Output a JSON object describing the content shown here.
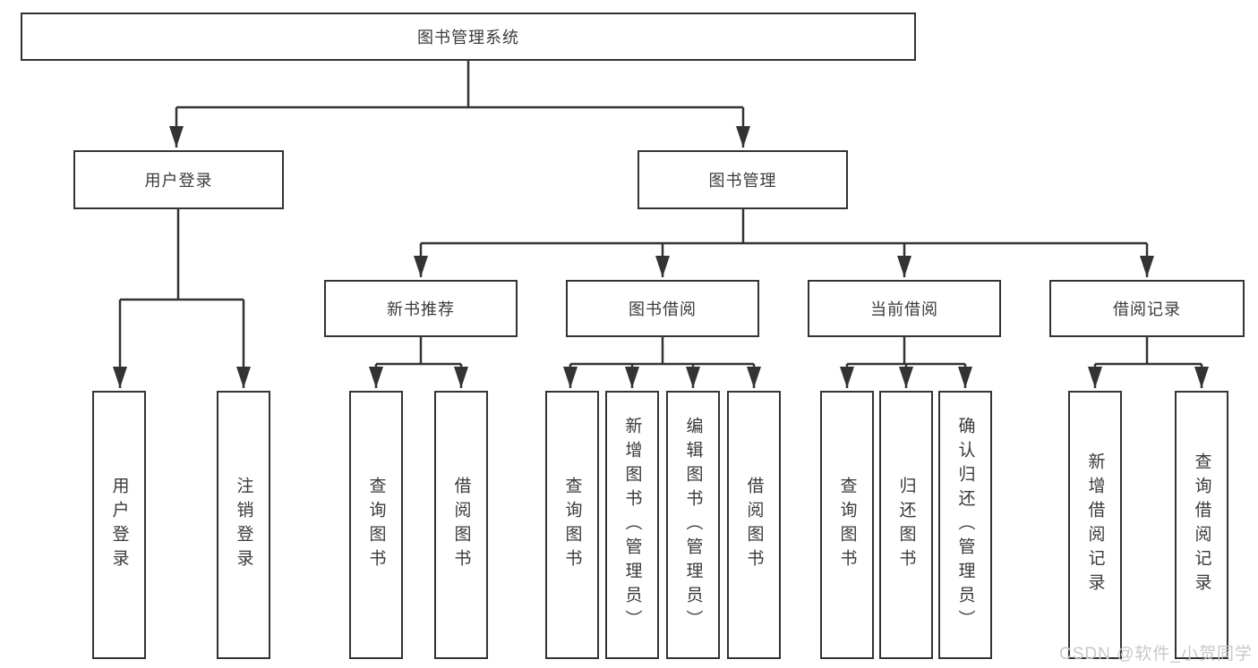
{
  "diagram": {
    "root": {
      "label": "图书管理系统"
    },
    "level2": [
      {
        "label": "用户登录",
        "children": [
          {
            "label": "用户登录"
          },
          {
            "label": "注销登录"
          }
        ]
      },
      {
        "label": "图书管理"
      }
    ],
    "sections": [
      {
        "label": "新书推荐",
        "children": [
          {
            "label": "查询图书"
          },
          {
            "label": "借阅图书"
          }
        ]
      },
      {
        "label": "图书借阅",
        "children": [
          {
            "label": "查询图书"
          },
          {
            "label": "新增图书（管理员）"
          },
          {
            "label": "编辑图书（管理员）"
          },
          {
            "label": "借阅图书"
          }
        ]
      },
      {
        "label": "当前借阅",
        "children": [
          {
            "label": "查询图书"
          },
          {
            "label": "归还图书"
          },
          {
            "label": "确认归还（管理员）"
          }
        ]
      },
      {
        "label": "借阅记录",
        "children": [
          {
            "label": "新增借阅记录"
          },
          {
            "label": "查询借阅记录"
          }
        ]
      }
    ]
  },
  "watermark": {
    "text": "CSDN @软件_小贺同学"
  },
  "colors": {
    "line": "#333333",
    "text": "#3a3a3a",
    "box_background": "#ffffff",
    "page_background": "#ffffff",
    "watermark": "#c8c8c8"
  }
}
